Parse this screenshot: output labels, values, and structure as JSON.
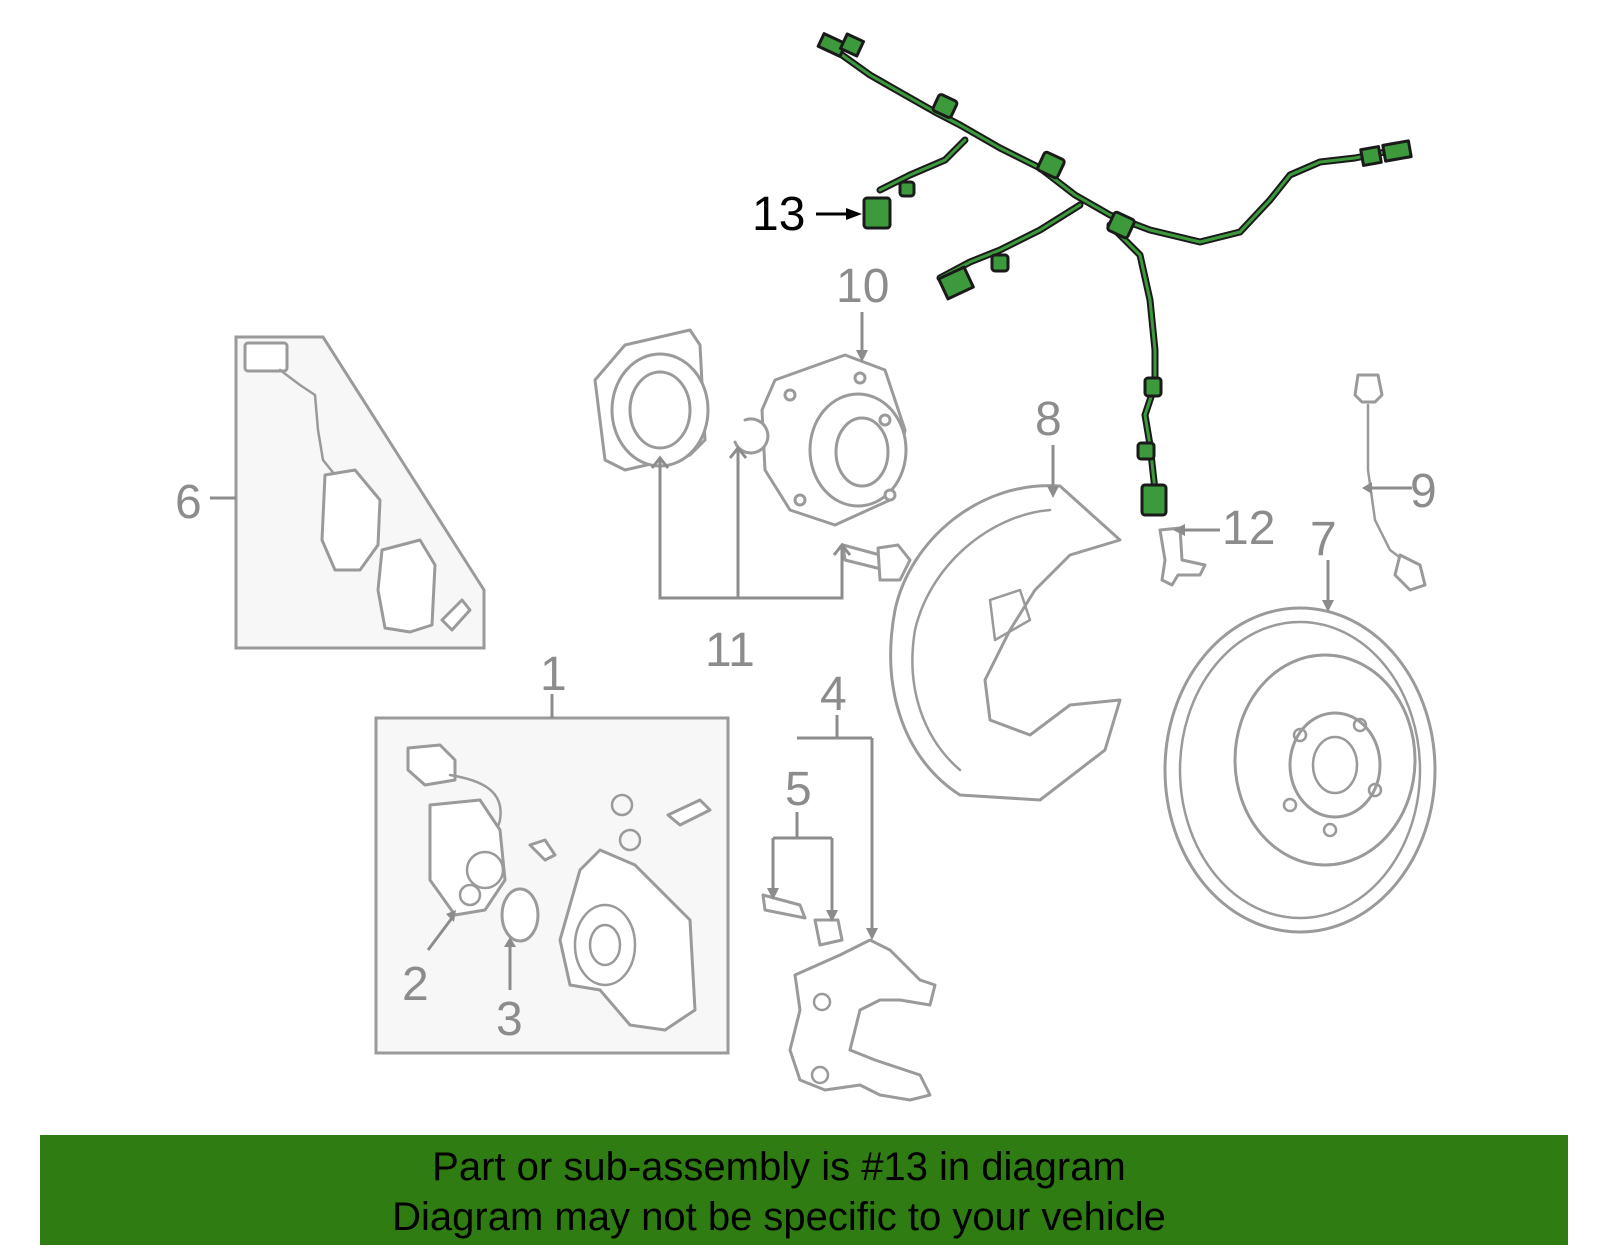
{
  "callouts": {
    "c1": "1",
    "c2": "2",
    "c3": "3",
    "c4": "4",
    "c5": "5",
    "c6": "6",
    "c7": "7",
    "c8": "8",
    "c9": "9",
    "c10": "10",
    "c11": "11",
    "c12": "12",
    "c13": "13"
  },
  "highlighted_callout": "13",
  "banner": {
    "line1": "Part or sub-assembly is #13 in diagram",
    "line2": "Diagram may not be specific to your vehicle"
  },
  "colors": {
    "harness_green": "#3c9a3c",
    "banner_green": "#2f7d12",
    "part_gray": "#9a9a9a",
    "label_gray": "#8c8c8c"
  }
}
